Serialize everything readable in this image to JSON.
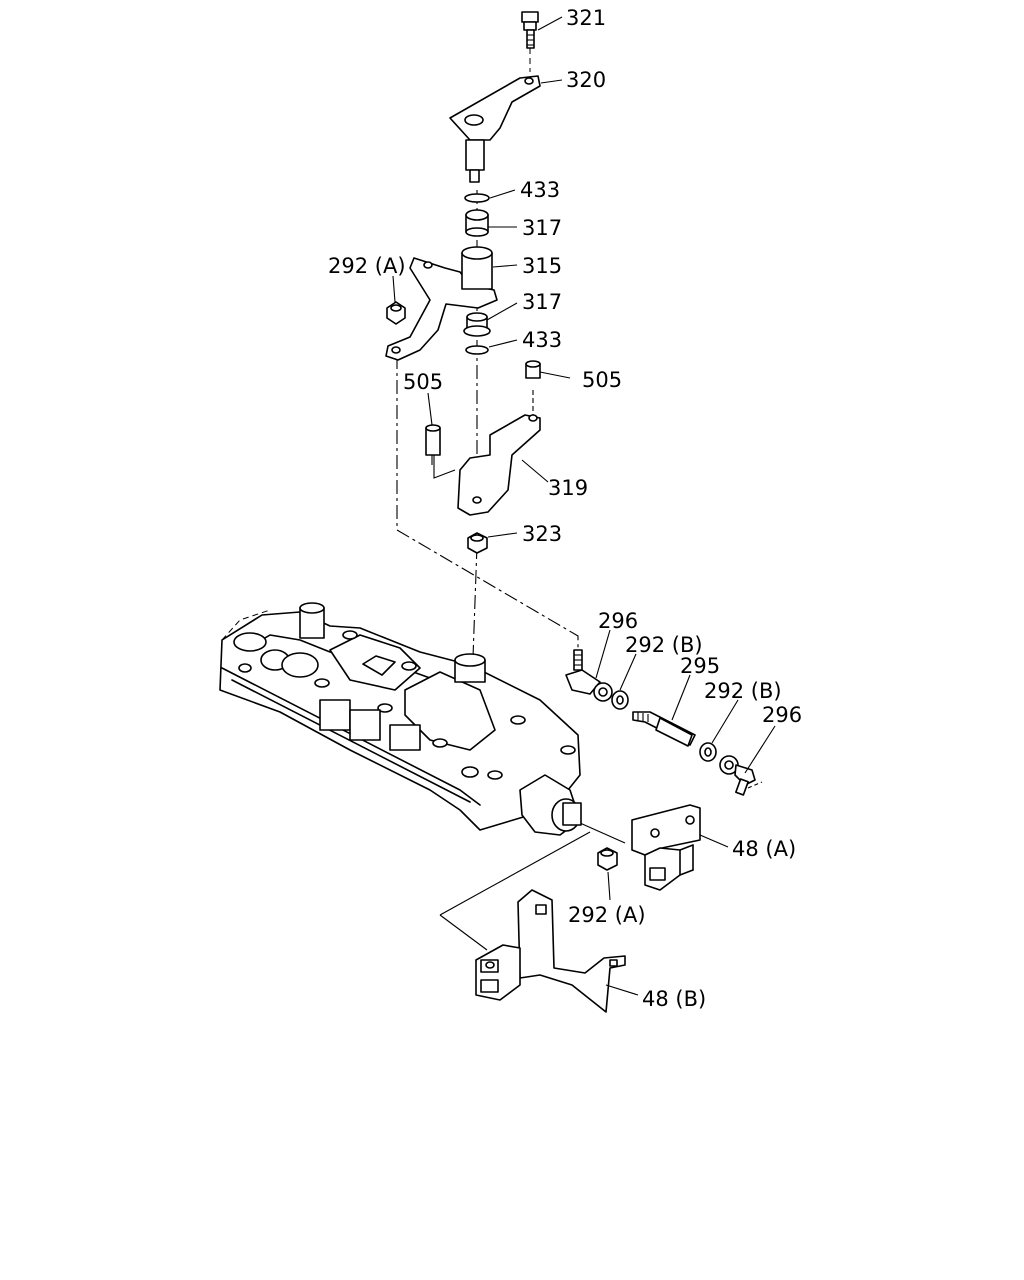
{
  "labels": {
    "p321": "321",
    "p320": "320",
    "p433_top": "433",
    "p317_top": "317",
    "p315": "315",
    "p292a_top": "292 (A)",
    "p317_mid": "317",
    "p433_mid": "433",
    "p505_left": "505",
    "p505_right": "505",
    "p319": "319",
    "p323": "323",
    "p296_left": "296",
    "p292b_left": "292 (B)",
    "p295": "295",
    "p292b_right": "292 (B)",
    "p296_right": "296",
    "p48a": "48 (A)",
    "p292a_bottom": "292 (A)",
    "p48b": "48 (B)"
  }
}
